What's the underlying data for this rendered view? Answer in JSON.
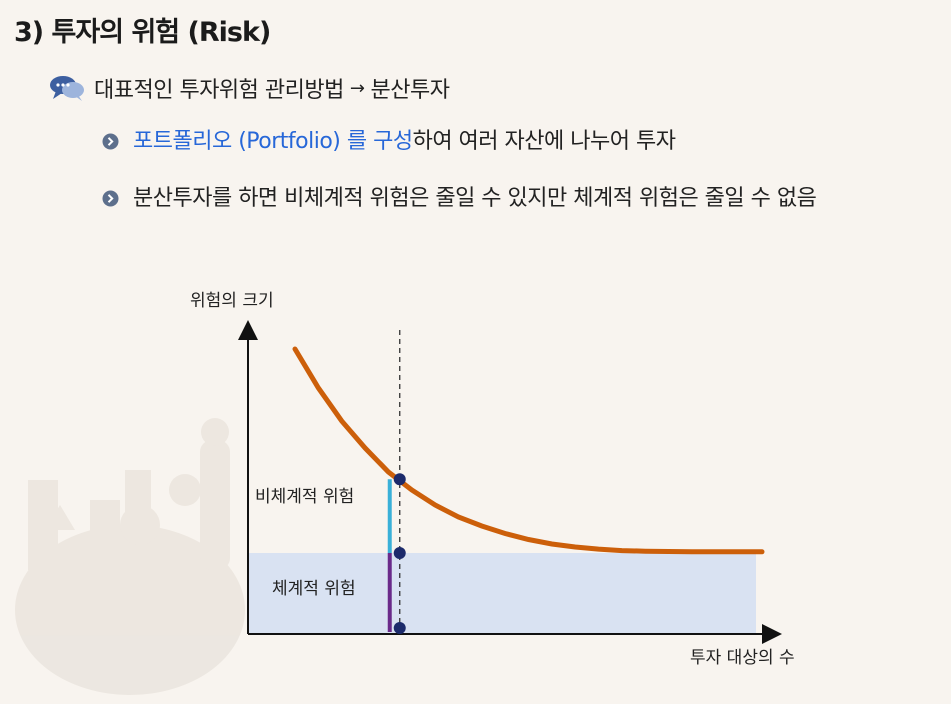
{
  "title": "3) 투자의 위험 (Risk)",
  "main_point": {
    "icon": "chat-bubbles-icon",
    "text": "대표적인 투자위험 관리방법",
    "arrow": "→",
    "result": "분산투자"
  },
  "bullets": [
    {
      "icon": "circle-chevron-icon",
      "highlight": "포트폴리오 (Portfolio) 를 구성",
      "rest": "하여 여러 자산에 나누어 투자"
    },
    {
      "icon": "circle-chevron-icon",
      "text": "분산투자를 하면 비체계적 위험은 줄일 수 있지만  체계적 위험은 줄일 수 없음"
    }
  ],
  "colors": {
    "highlight": "#2767d8",
    "curve": "#cc5f0a",
    "systematic_area": "#d9e2f2",
    "unsystematic_bar": "#3ab0d8",
    "systematic_bar": "#6a2a8a",
    "marker": "#1c2a6b"
  },
  "chart_data": {
    "type": "area",
    "ylabel": "위험의 크기",
    "xlabel": "투자 대상의 수",
    "annotations": [
      "비체계적 위험",
      "체계적 위험"
    ],
    "curve_points": [
      [
        0.0,
        0.95
      ],
      [
        0.05,
        0.82
      ],
      [
        0.1,
        0.71
      ],
      [
        0.15,
        0.62
      ],
      [
        0.2,
        0.54
      ],
      [
        0.25,
        0.48
      ],
      [
        0.3,
        0.43
      ],
      [
        0.35,
        0.39
      ],
      [
        0.4,
        0.36
      ],
      [
        0.45,
        0.335
      ],
      [
        0.5,
        0.315
      ],
      [
        0.55,
        0.3
      ],
      [
        0.6,
        0.29
      ],
      [
        0.65,
        0.283
      ],
      [
        0.7,
        0.278
      ],
      [
        0.75,
        0.276
      ],
      [
        0.8,
        0.275
      ],
      [
        0.85,
        0.274
      ],
      [
        0.9,
        0.274
      ],
      [
        0.95,
        0.274
      ],
      [
        1.0,
        0.274
      ]
    ],
    "systematic_level": 0.27,
    "marker_x": 0.22,
    "grid": false,
    "legend": "none"
  }
}
